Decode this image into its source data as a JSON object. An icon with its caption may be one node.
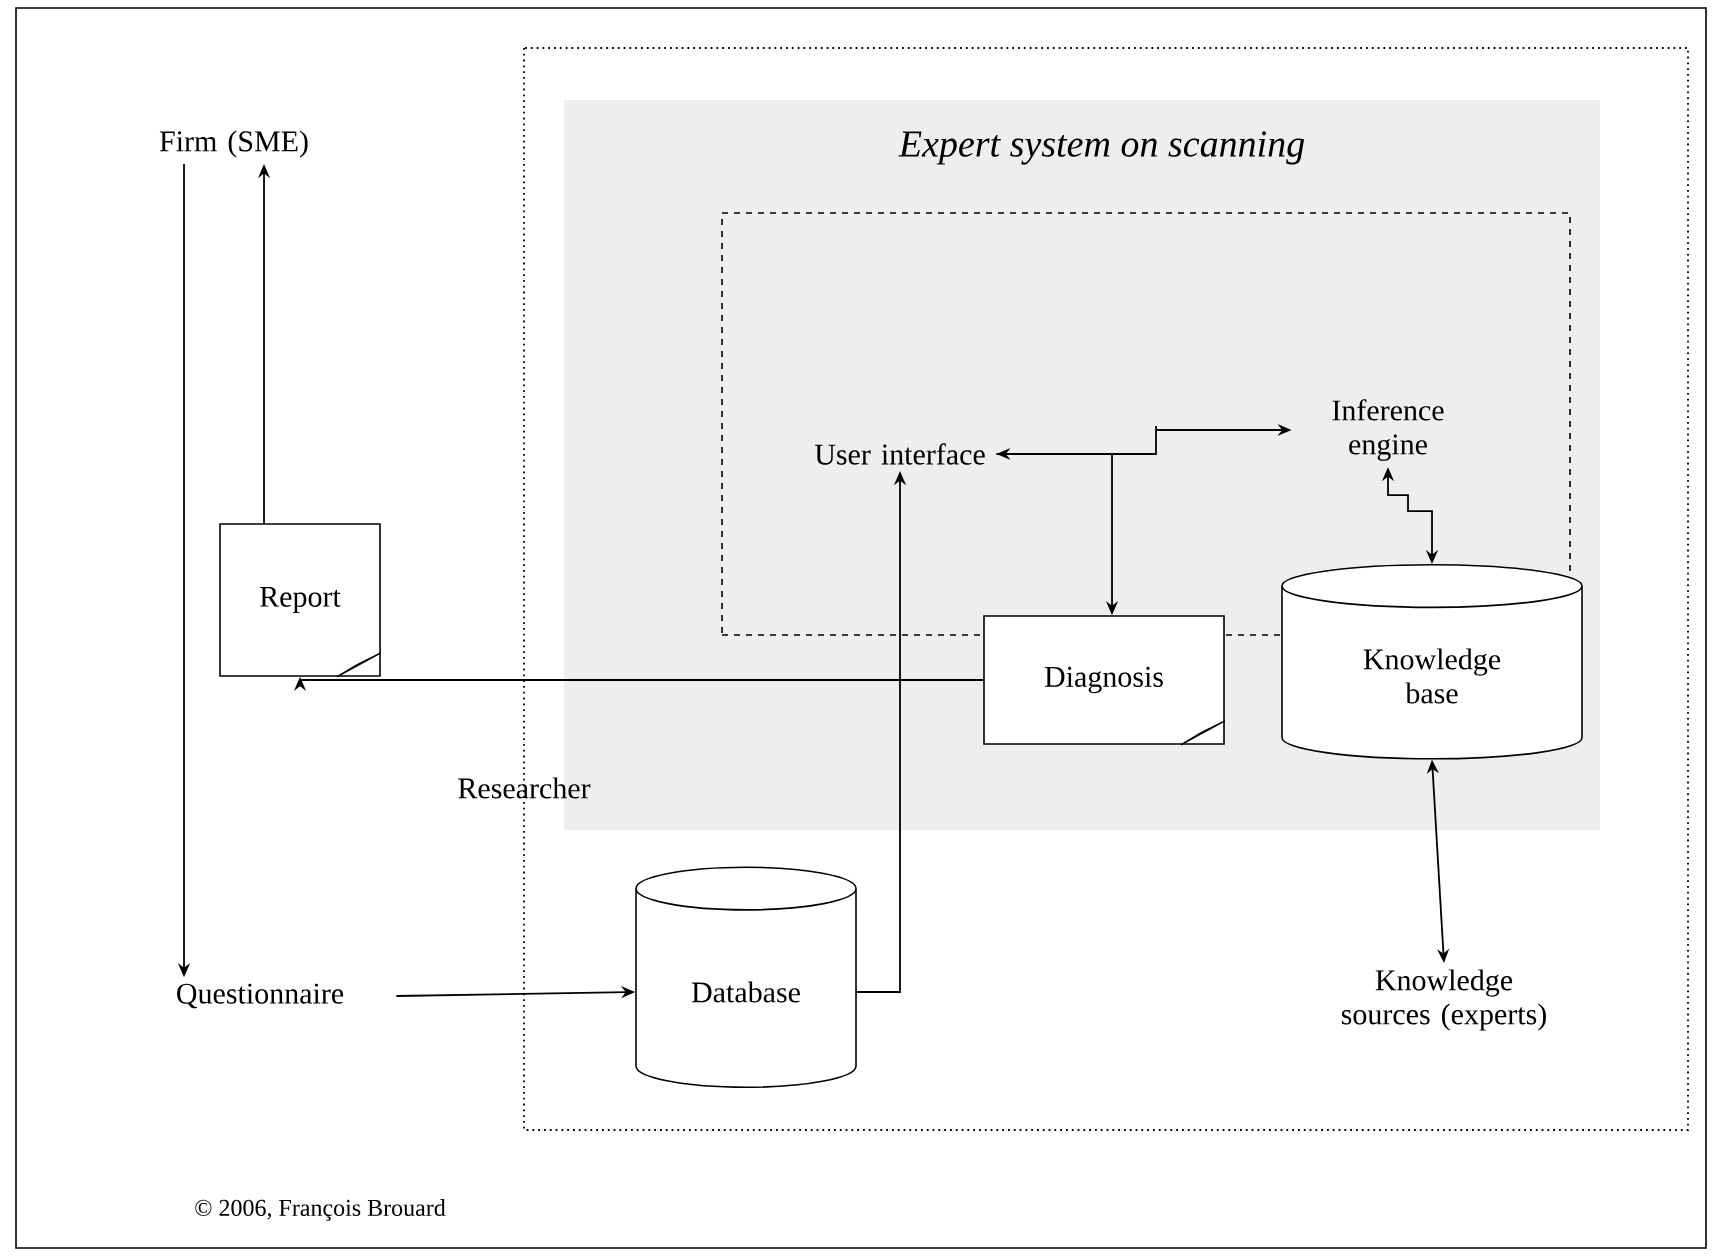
{
  "diagram": {
    "nodes": [
      {
        "text": [
          "Expert system on scanning"
        ]
      },
      {
        "text": [],
        "shape": "box",
        "in": 0
      },
      {
        "text": [
          "User interface"
        ],
        "in": 1
      },
      {
        "text": [
          "Inference engine"
        ],
        "in": 1
      },
      {
        "text": [
          "Diagnosis"
        ],
        "in": 0
      },
      {
        "text": [
          "Knowledge base"
        ],
        "in": 0
      },
      {
        "text": [
          "Database"
        ],
        "in": 0
      },
      {
        "text": [
          "Knowledge sources (experts)"
        ],
        "in": 0
      },
      {
        "text": [
          "Firm (SME)"
        ]
      },
      {
        "text": [
          "Report"
        ]
      },
      {
        "text": [
          "Questionnaire"
        ]
      }
    ],
    "edges": [
      {
        "from": 8,
        "to": 10,
        "arrow": "to"
      },
      {
        "from": 9,
        "to": 8,
        "arrow": "to"
      },
      {
        "from": 10,
        "to": 6,
        "arrow": "to"
      },
      {
        "from": 6,
        "to": 2,
        "arrow": "to"
      },
      {
        "from": 2,
        "to": 3,
        "arrow": "both"
      },
      {
        "from": 2,
        "to": 4,
        "arrow": "to"
      },
      {
        "from": 3,
        "to": 5,
        "arrow": "both"
      },
      {
        "from": 4,
        "to": 9,
        "arrow": "to"
      },
      {
        "from": 5,
        "to": 7,
        "arrow": "both"
      }
    ],
    "labels": [
      "Researcher",
      "© 2006, François Brouard"
    ]
  }
}
